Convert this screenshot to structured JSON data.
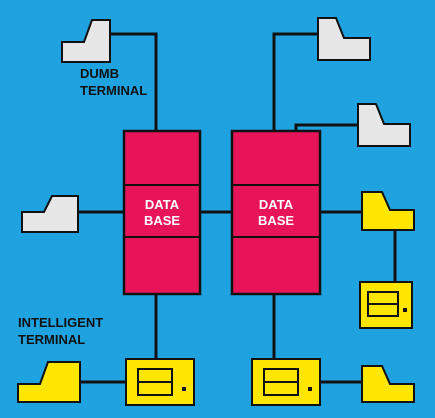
{
  "labels": {
    "dumb_terminal_line1": "DUMB",
    "dumb_terminal_line2": "TERMINAL",
    "intelligent_terminal_line1": "INTELLIGENT",
    "intelligent_terminal_line2": "TERMINAL"
  },
  "databases": [
    {
      "line1": "DATA",
      "line2": "BASE"
    },
    {
      "line1": "DATA",
      "line2": "BASE"
    }
  ],
  "colors": {
    "background": "#1fa3e0",
    "database": "#e8145a",
    "dumb_terminal": "#e6e6e6",
    "intelligent_terminal": "#ffe600",
    "connector": "#111111"
  },
  "icons": {
    "dumb_terminal": "dumb-terminal-icon",
    "intelligent_terminal": "intelligent-terminal-icon",
    "intelligent_workstation": "workstation-icon",
    "database": "database-icon"
  }
}
